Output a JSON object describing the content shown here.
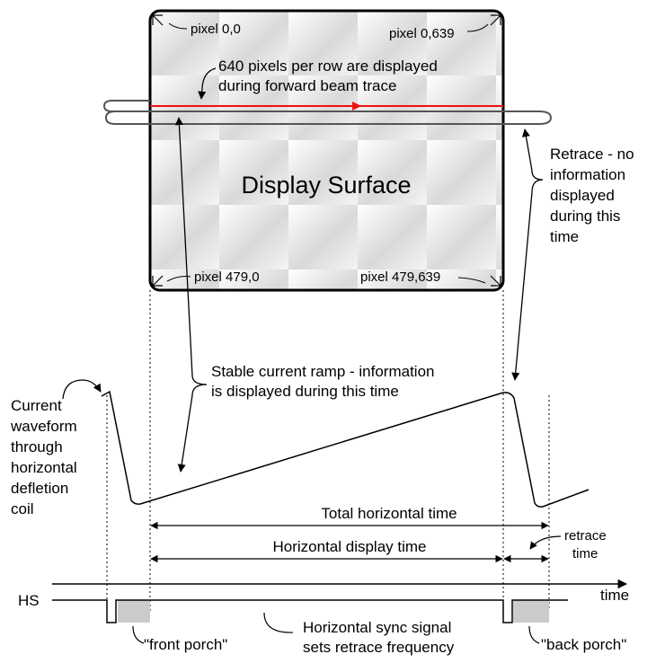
{
  "display": {
    "title": "Display Surface",
    "corner_top_left": "pixel 0,0",
    "corner_top_right": "pixel 0,639",
    "corner_bottom_left": "pixel 479,0",
    "corner_bottom_right": "pixel 479,639",
    "row_note_line1": "640 pixels per row are displayed",
    "row_note_line2": "during forward beam trace"
  },
  "annotations": {
    "retrace": [
      "Retrace - no",
      "information",
      "displayed",
      "during this",
      "time"
    ],
    "stable_ramp": [
      "Stable current ramp - information",
      "is displayed during this time"
    ],
    "waveform": [
      "Current",
      "waveform",
      "through",
      "horizontal",
      "defletion",
      "coil"
    ],
    "total_time": "Total horizontal time",
    "display_time": "Horizontal display time",
    "retrace_time": [
      "retrace",
      "time"
    ],
    "time_axis": "time",
    "hs": "HS",
    "front_porch": "\"front porch\"",
    "back_porch": "\"back porch\"",
    "sync_note": [
      "Horizontal sync signal",
      "sets retrace frequency"
    ]
  },
  "colors": {
    "beam": "#ee1111",
    "porch": "#cccccc",
    "frame": "#000000",
    "coil": "#555555"
  }
}
